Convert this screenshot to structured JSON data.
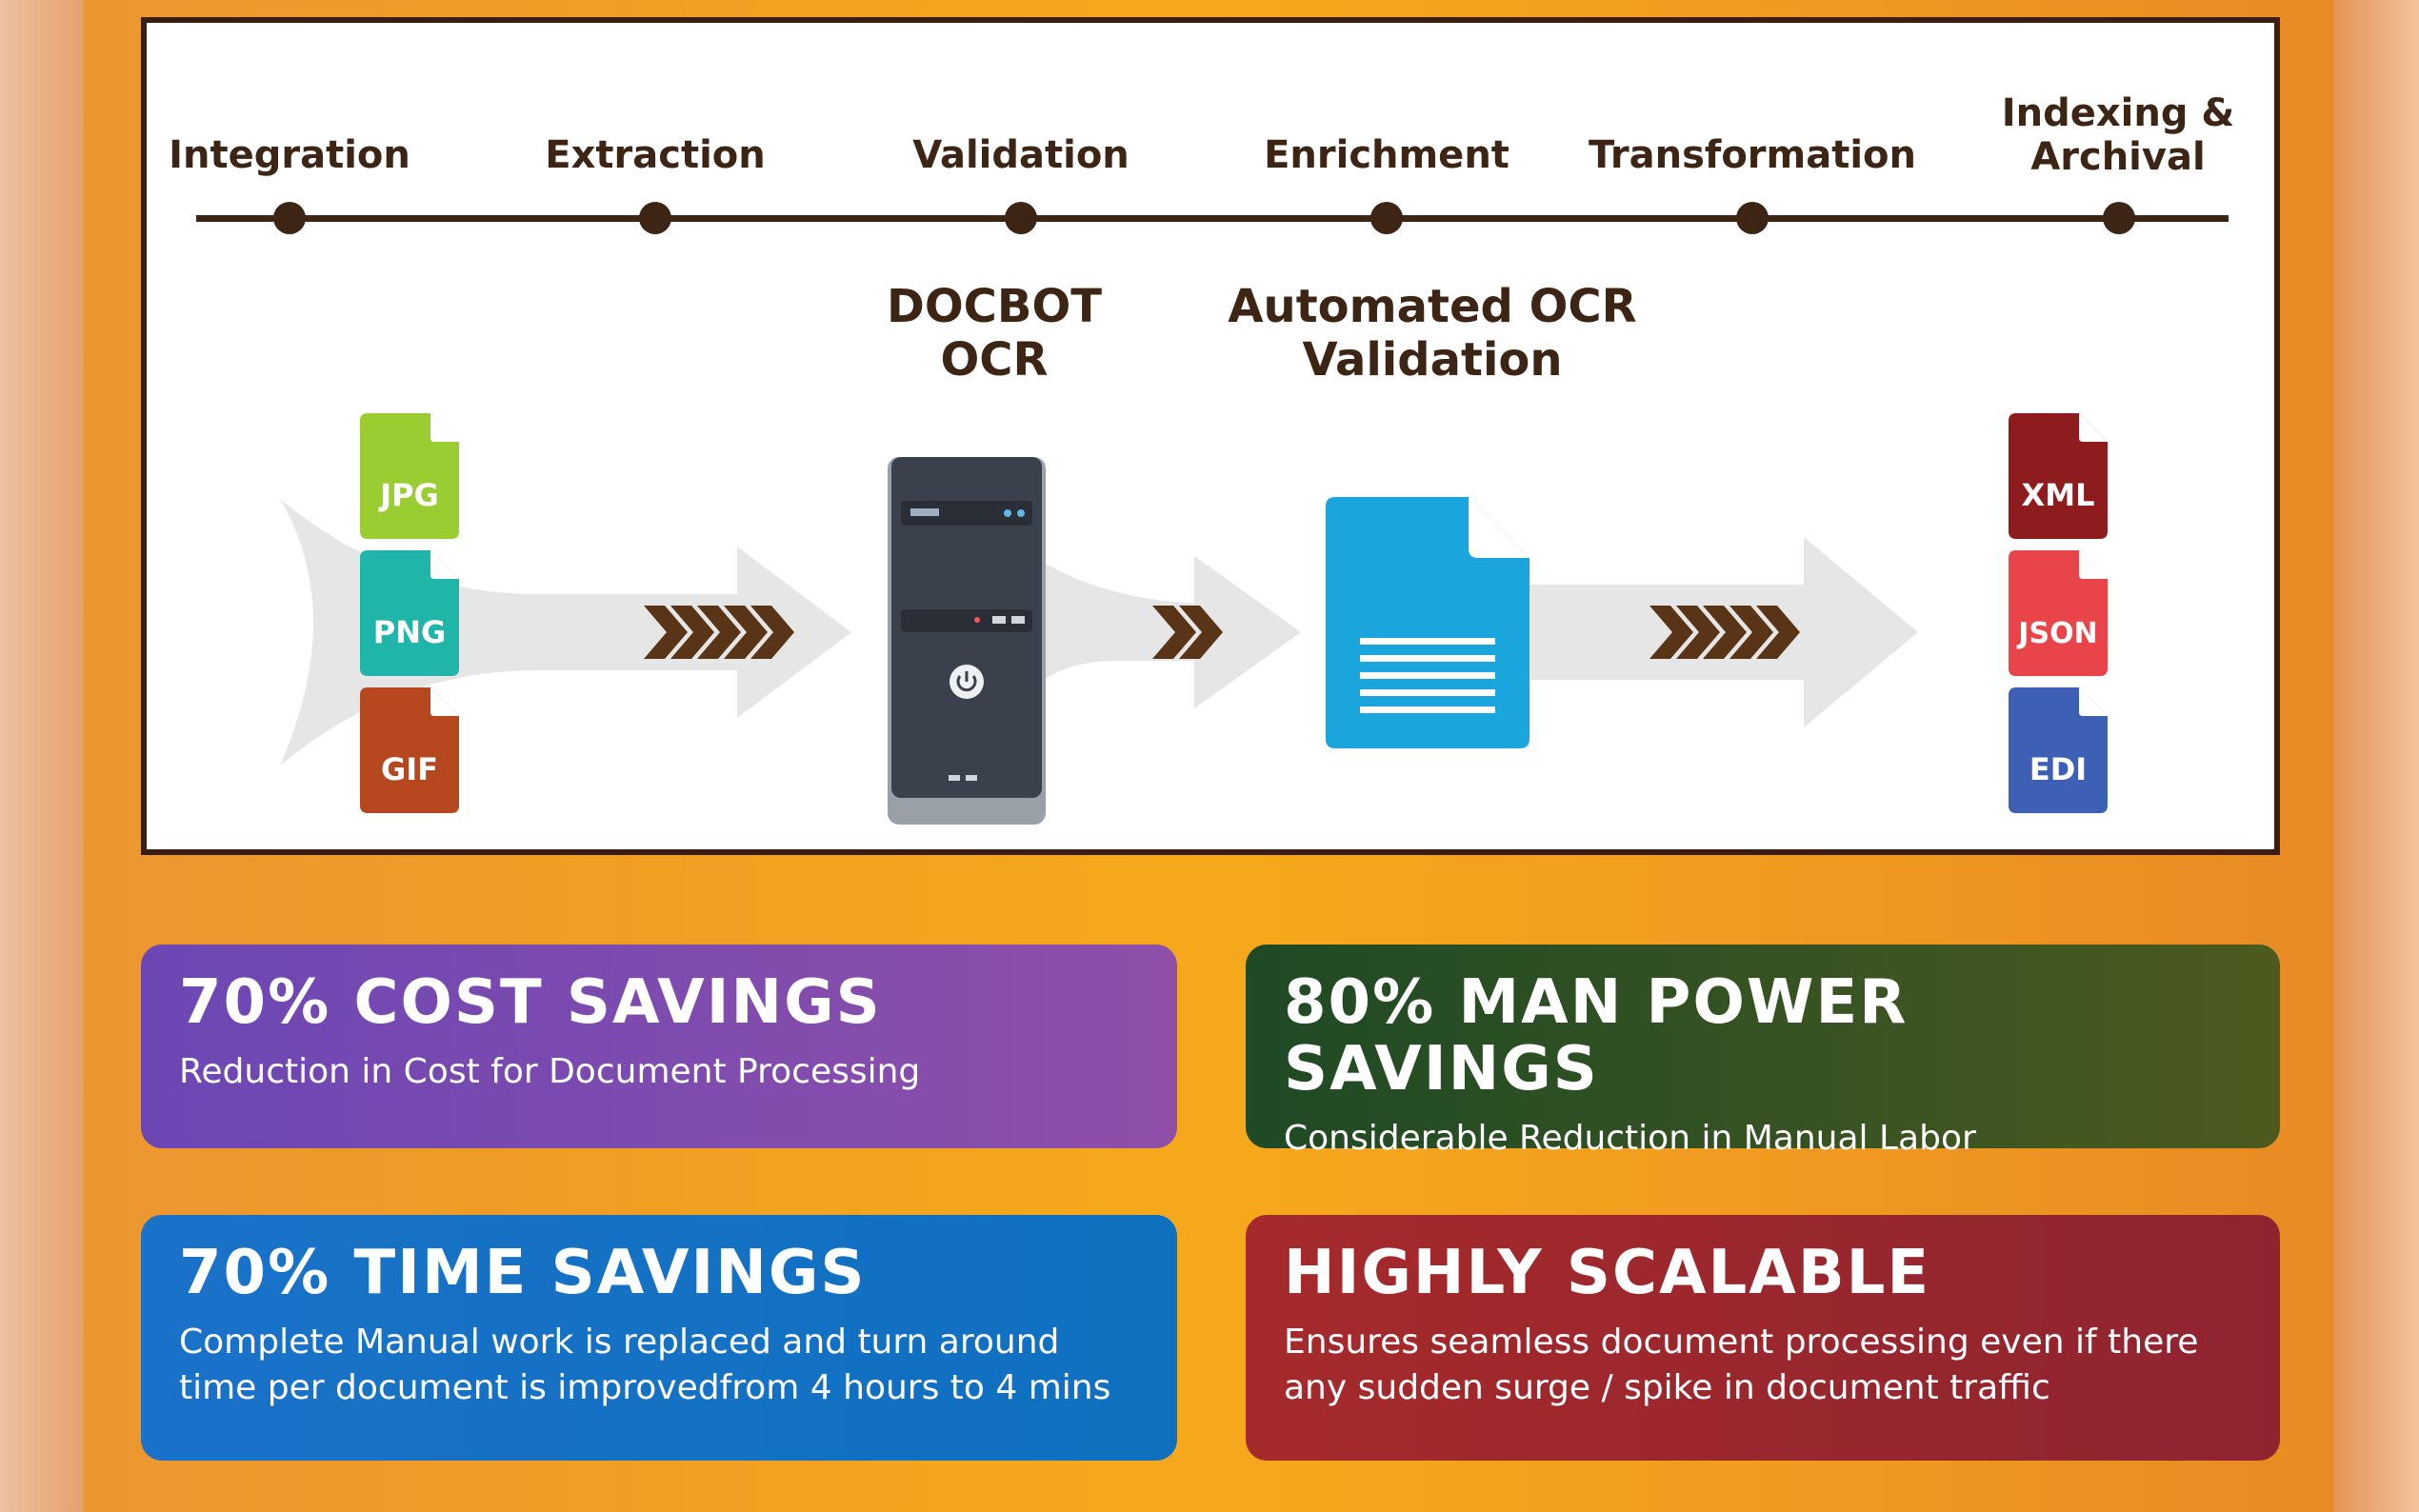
{
  "stages": [
    {
      "id": "integration",
      "label": "Integration"
    },
    {
      "id": "extraction",
      "label": "Extraction"
    },
    {
      "id": "validation",
      "label": "Validation"
    },
    {
      "id": "enrichment",
      "label": "Enrichment"
    },
    {
      "id": "transformation",
      "label": "Transformation"
    },
    {
      "id": "indexing",
      "label": "Indexing & Archival"
    }
  ],
  "process": {
    "docbot_title": "DOCBOT OCR",
    "validation_title": "Automated OCR Validation",
    "input_files": [
      "JPG",
      "PNG",
      "GIF"
    ],
    "output_files": [
      "XML",
      "JSON",
      "EDI"
    ]
  },
  "colors": {
    "jpg": "#9acd32",
    "png": "#1fb5a8",
    "gif": "#b5481f",
    "xml": "#8e1c1f",
    "json": "#e8444a",
    "edi": "#3d5fb4",
    "card_cost": "#7d4cad",
    "card_manpower": "#2f4f1c",
    "card_time": "#1676c9",
    "card_scalable": "#a32a2a"
  },
  "icons": [
    "file-icon",
    "server-tower-icon",
    "power-icon",
    "document-icon",
    "chevron-right-icon",
    "arrow-right-icon"
  ],
  "cards": {
    "cost": {
      "title": "70% COST SAVINGS",
      "desc": "Reduction in Cost for Document Processing"
    },
    "manpower": {
      "title": "80% MAN POWER SAVINGS",
      "desc": "Considerable Reduction in Manual Labor"
    },
    "time": {
      "title": "70% TIME SAVINGS",
      "desc": "Complete Manual work is replaced and turn around time per document is improvedfrom 4 hours to 4 mins"
    },
    "scalable": {
      "title": "HIGHLY SCALABLE",
      "desc": "Ensures seamless document processing even if there any sudden surge / spike in document traffic"
    }
  }
}
